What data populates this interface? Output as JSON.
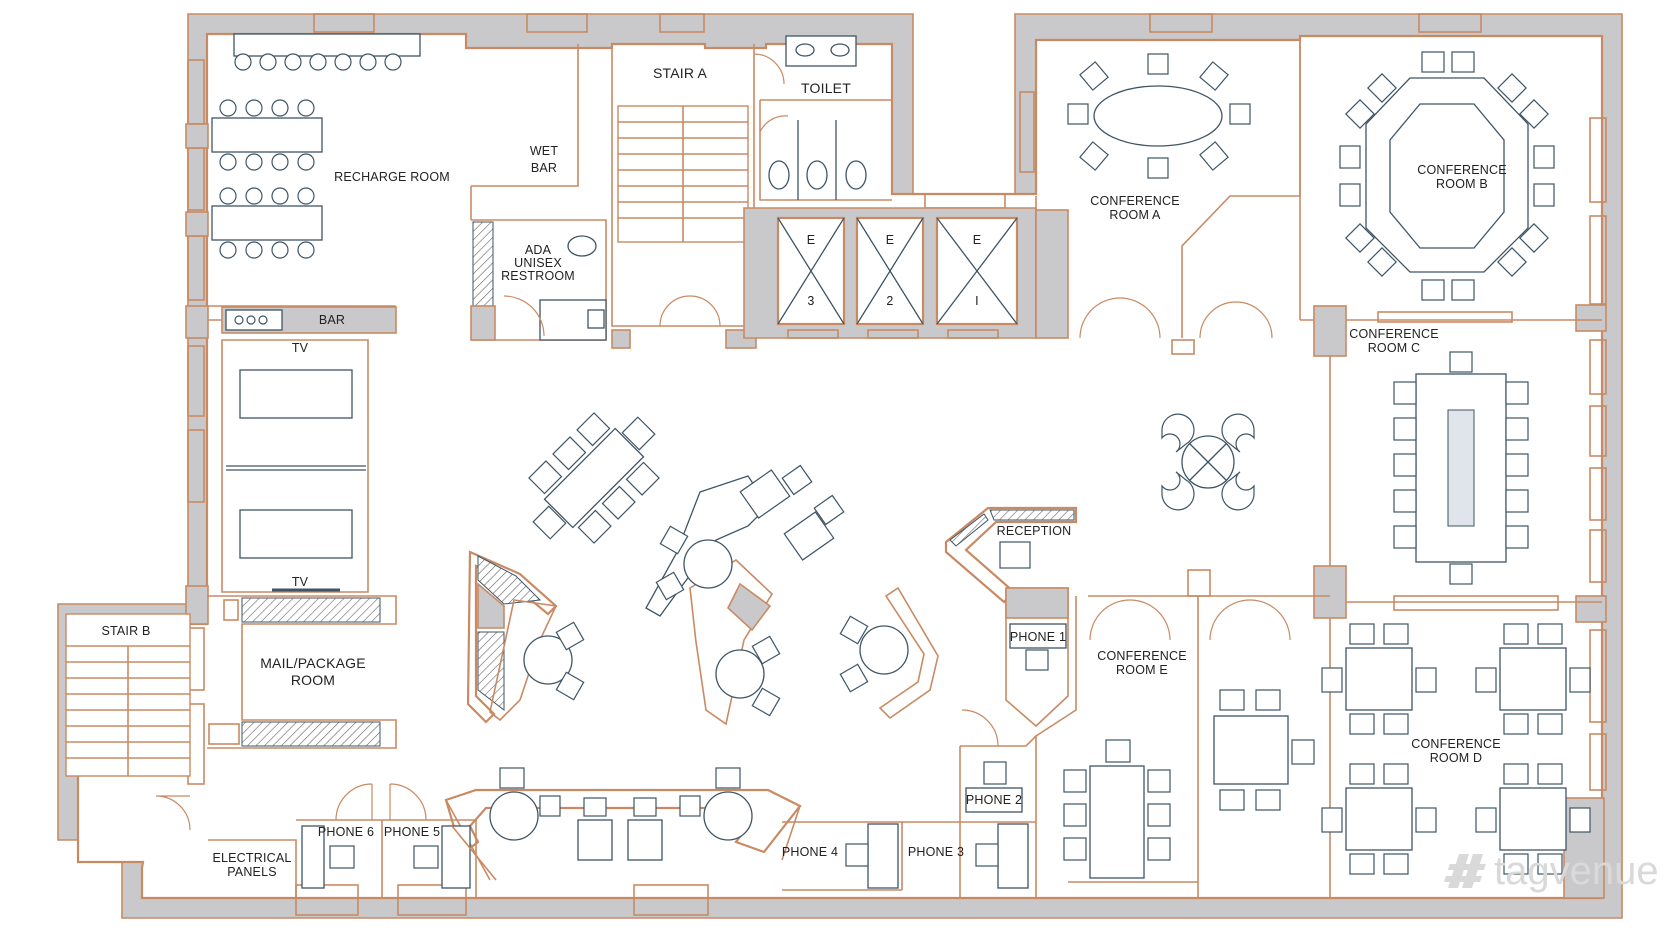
{
  "rooms": {
    "recharge_room": "RECHARGE ROOM",
    "wet_bar_1": "WET",
    "wet_bar_2": "BAR",
    "stair_a": "STAIR A",
    "toilet": "TOILET",
    "ada_1": "ADA",
    "ada_2": "UNISEX",
    "ada_3": "RESTROOM",
    "bar": "BAR",
    "tv_top": "TV",
    "tv_bottom": "TV",
    "elevator_letter": "E",
    "elevator_3": "3",
    "elevator_2": "2",
    "elevator_1": "I",
    "conf_a_1": "CONFERENCE",
    "conf_a_2": "ROOM A",
    "conf_b_1": "CONFERENCE",
    "conf_b_2": "ROOM B",
    "conf_c_1": "CONFERENCE",
    "conf_c_2": "ROOM C",
    "conf_d_1": "CONFERENCE",
    "conf_d_2": "ROOM D",
    "conf_e_1": "CONFERENCE",
    "conf_e_2": "ROOM E",
    "reception": "RECEPTION",
    "phone_1": "PHONE 1",
    "phone_2": "PHONE 2",
    "phone_3": "PHONE 3",
    "phone_4": "PHONE 4",
    "phone_5": "PHONE 5",
    "phone_6": "PHONE 6",
    "stair_b": "STAIR B",
    "mail_1": "MAIL/PACKAGE",
    "mail_2": "ROOM",
    "electrical_1": "ELECTRICAL",
    "electrical_2": "PANELS"
  },
  "watermark": "tagvenue",
  "colors": {
    "wall": "#c98a63",
    "furniture": "#3e5566",
    "fill": "#c9c9cb"
  }
}
